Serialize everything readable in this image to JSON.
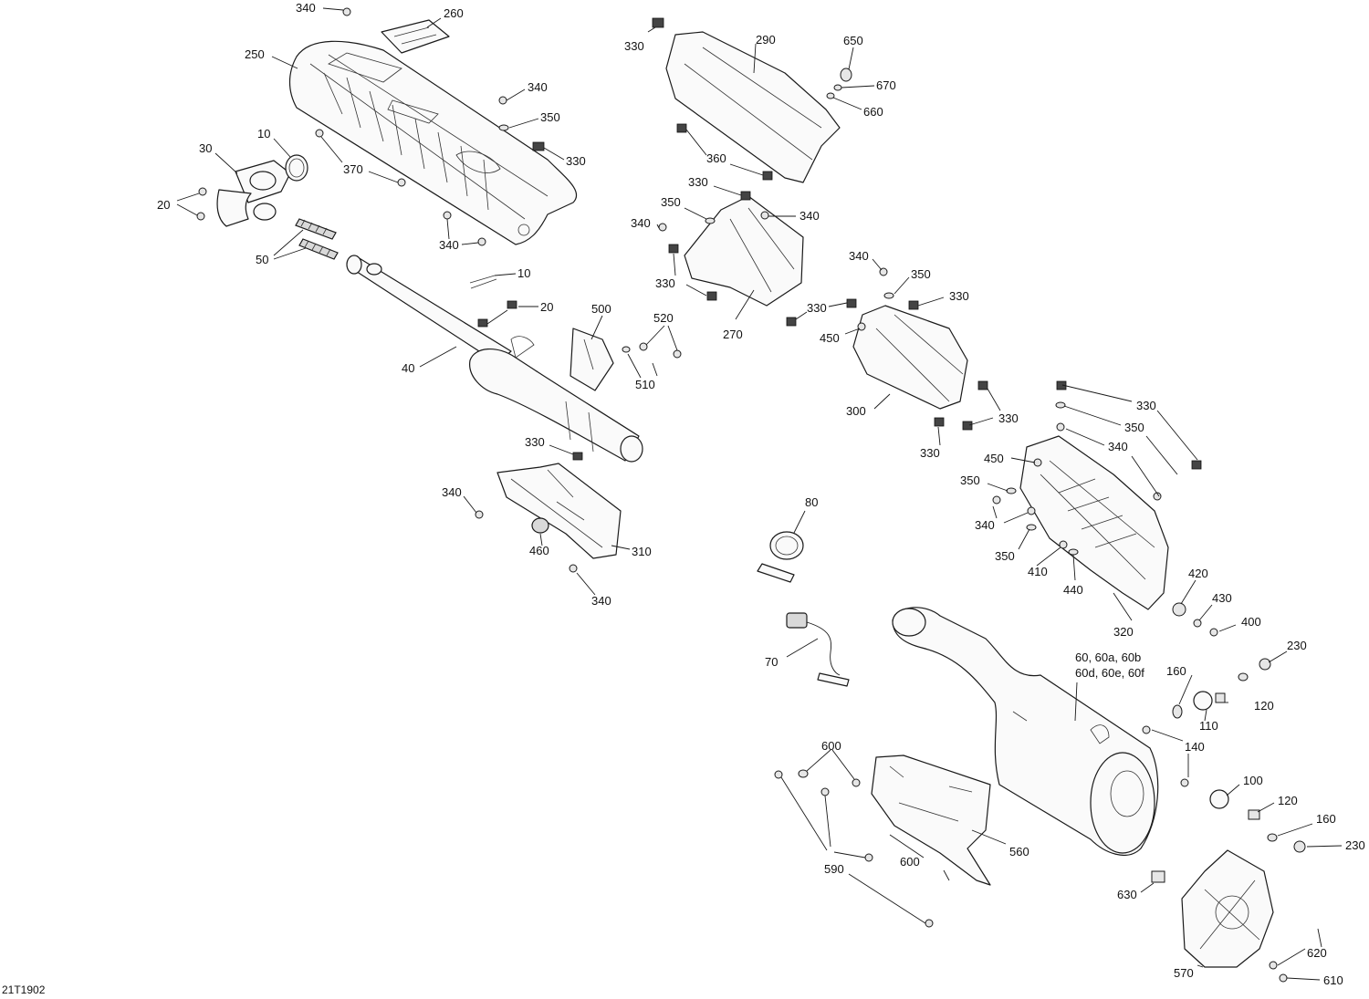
{
  "figure_id": "21T1902",
  "callouts": [
    {
      "label": "340"
    },
    {
      "label": "260"
    },
    {
      "label": "250"
    },
    {
      "label": "340"
    },
    {
      "label": "350"
    },
    {
      "label": "330"
    },
    {
      "label": "10"
    },
    {
      "label": "30"
    },
    {
      "label": "370"
    },
    {
      "label": "20"
    },
    {
      "label": "340"
    },
    {
      "label": "50"
    },
    {
      "label": "10"
    },
    {
      "label": "20"
    },
    {
      "label": "40"
    },
    {
      "label": "500"
    },
    {
      "label": "520"
    },
    {
      "label": "510"
    },
    {
      "label": "330"
    },
    {
      "label": "340"
    },
    {
      "label": "460"
    },
    {
      "label": "310"
    },
    {
      "label": "340"
    },
    {
      "label": "330"
    },
    {
      "label": "290"
    },
    {
      "label": "650"
    },
    {
      "label": "670"
    },
    {
      "label": "660"
    },
    {
      "label": "360"
    },
    {
      "label": "330"
    },
    {
      "label": "350"
    },
    {
      "label": "340"
    },
    {
      "label": "340"
    },
    {
      "label": "330"
    },
    {
      "label": "270"
    },
    {
      "label": "340"
    },
    {
      "label": "350"
    },
    {
      "label": "330"
    },
    {
      "label": "330"
    },
    {
      "label": "450"
    },
    {
      "label": "300"
    },
    {
      "label": "330"
    },
    {
      "label": "330"
    },
    {
      "label": "330"
    },
    {
      "label": "350"
    },
    {
      "label": "340"
    },
    {
      "label": "450"
    },
    {
      "label": "350"
    },
    {
      "label": "340"
    },
    {
      "label": "350"
    },
    {
      "label": "410"
    },
    {
      "label": "440"
    },
    {
      "label": "320"
    },
    {
      "label": "420"
    },
    {
      "label": "430"
    },
    {
      "label": "400"
    },
    {
      "label": "80"
    },
    {
      "label": "70"
    },
    {
      "label": "230"
    },
    {
      "label": "60, 60a, 60b"
    },
    {
      "label": "60d, 60e, 60f"
    },
    {
      "label": "160"
    },
    {
      "label": "120"
    },
    {
      "label": "110"
    },
    {
      "label": "140"
    },
    {
      "label": "100"
    },
    {
      "label": "120"
    },
    {
      "label": "160"
    },
    {
      "label": "230"
    },
    {
      "label": "600"
    },
    {
      "label": "560"
    },
    {
      "label": "600"
    },
    {
      "label": "590"
    },
    {
      "label": "630"
    },
    {
      "label": "570"
    },
    {
      "label": "620"
    },
    {
      "label": "610"
    }
  ]
}
